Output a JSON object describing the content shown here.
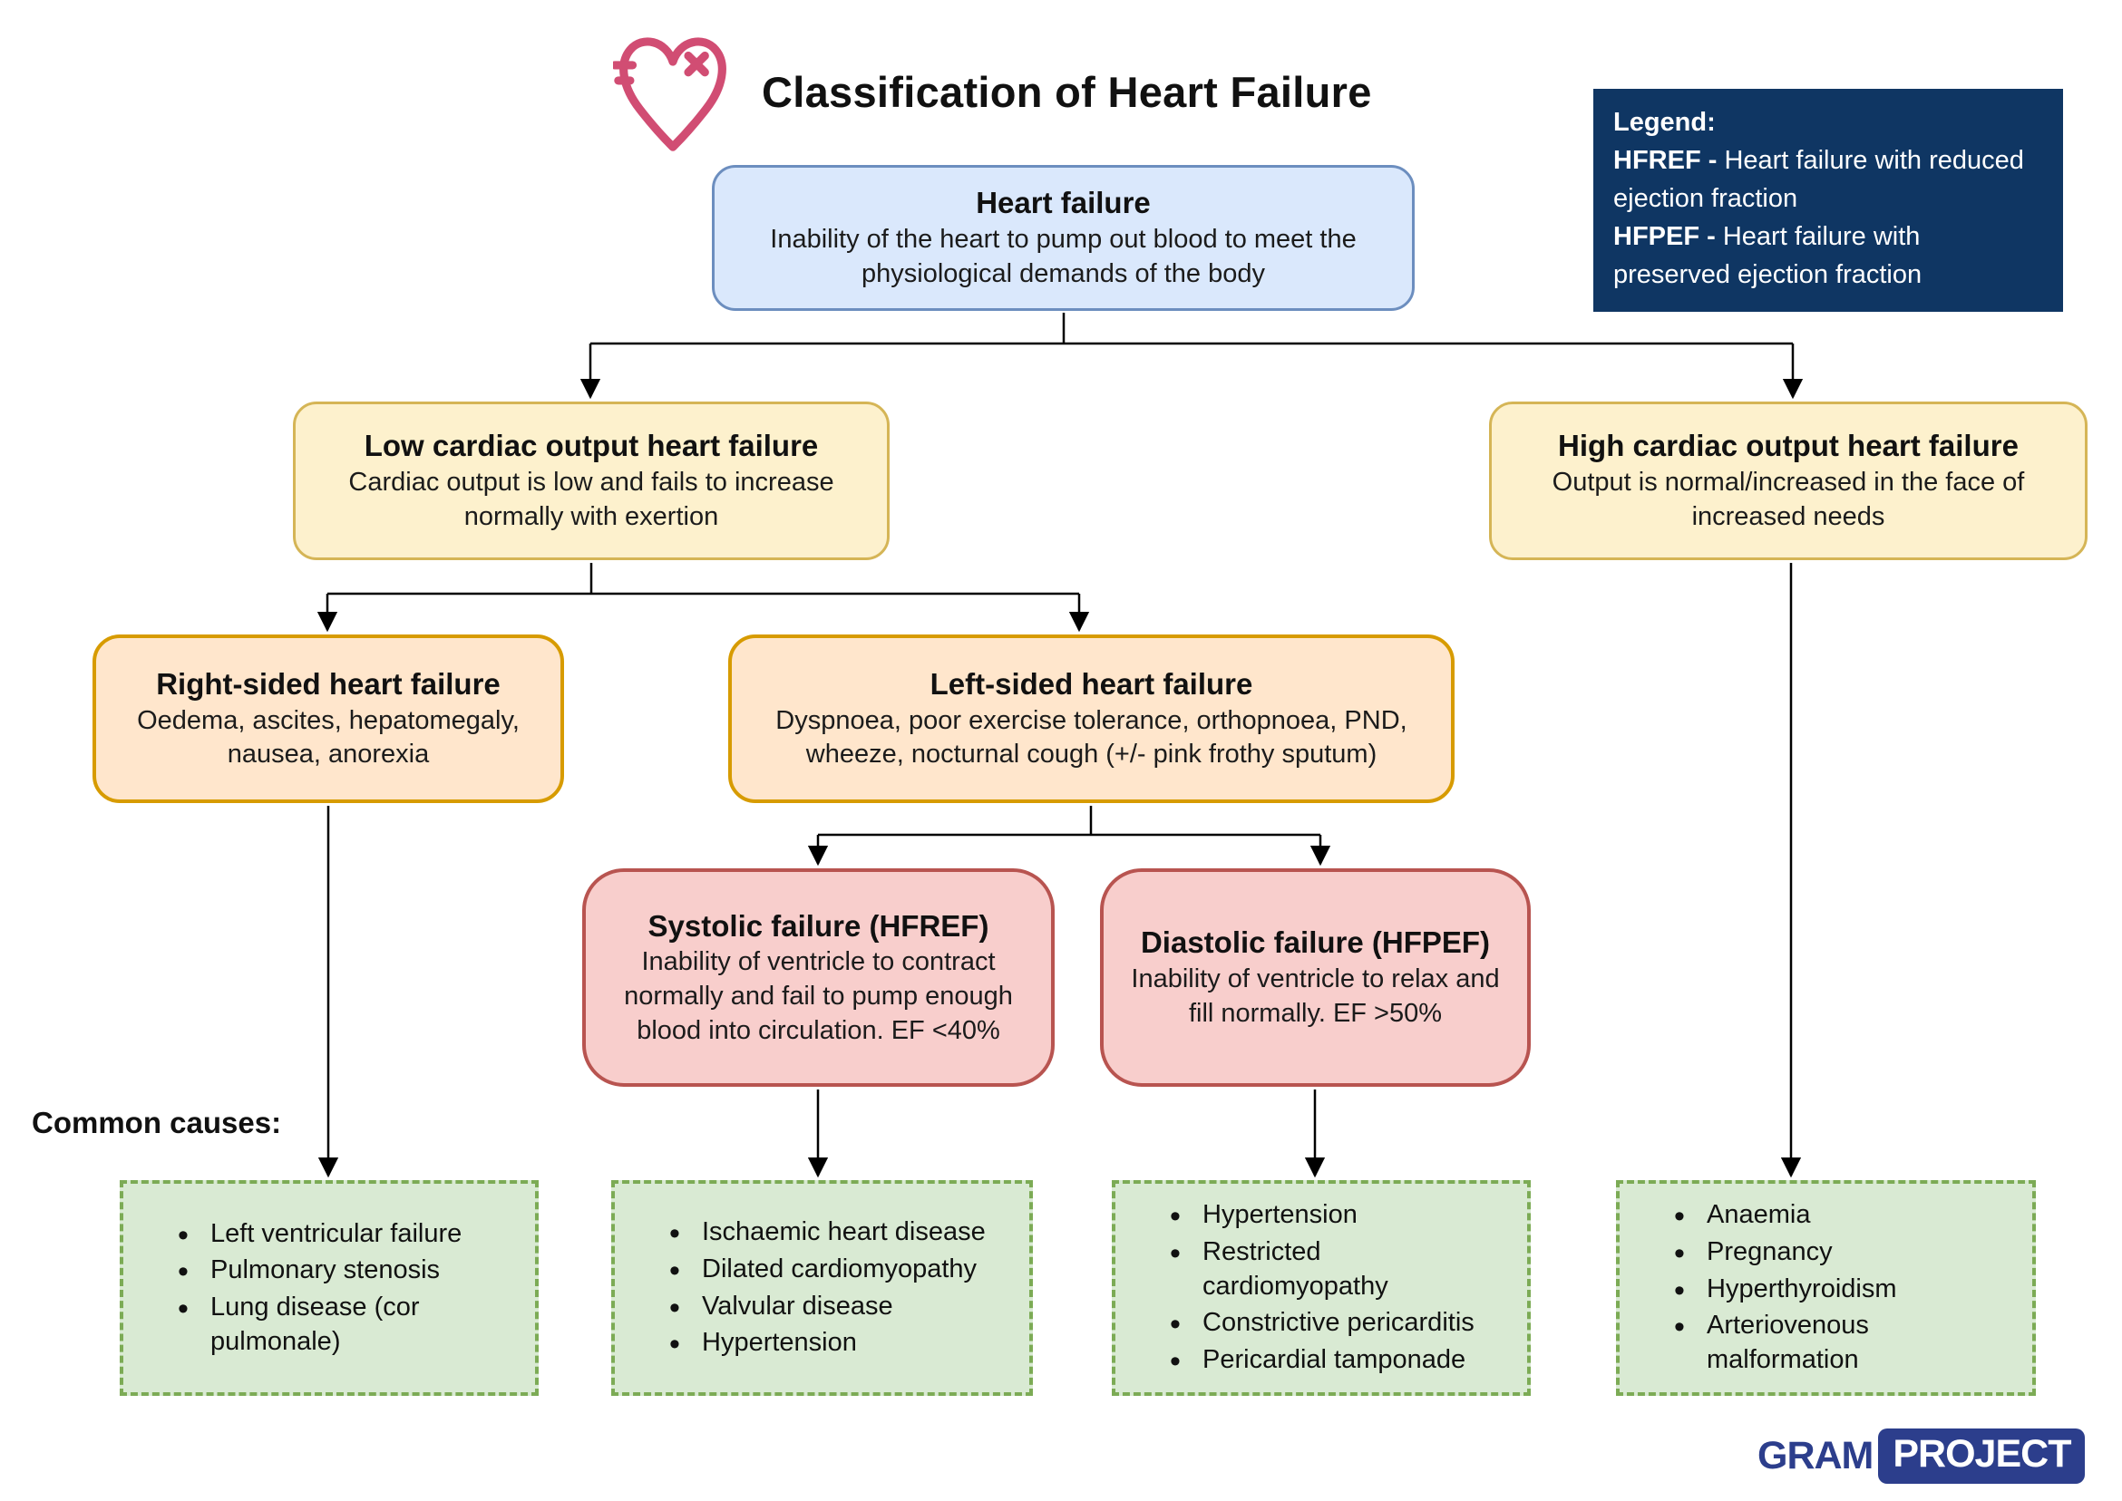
{
  "header": {
    "title": "Classification of Heart Failure"
  },
  "legend": {
    "heading": "Legend:",
    "entries": [
      {
        "term": "HFREF - ",
        "definition": "Heart failure with reduced ejection fraction"
      },
      {
        "term": "HFPEF - ",
        "definition": "Heart failure with preserved ejection fraction"
      }
    ]
  },
  "nodes": {
    "root": {
      "title": "Heart failure",
      "description": "Inability of the heart to pump out blood to meet the physiological demands of the body"
    },
    "low_output": {
      "title": "Low cardiac output heart failure",
      "description": "Cardiac output is low and fails to increase normally with exertion"
    },
    "high_output": {
      "title": "High cardiac output heart failure",
      "description": "Output is normal/increased in the face of increased needs"
    },
    "right_sided": {
      "title": "Right-sided heart failure",
      "description": "Oedema, ascites, hepatomegaly, nausea, anorexia"
    },
    "left_sided": {
      "title": "Left-sided heart failure",
      "description": "Dyspnoea, poor exercise tolerance, orthopnoea, PND, wheeze, nocturnal cough (+/- pink frothy sputum)"
    },
    "systolic": {
      "title": "Systolic failure (HFREF)",
      "description": "Inability of ventricle to contract normally and fail to pump enough blood into circulation. EF <40%"
    },
    "diastolic": {
      "title": "Diastolic failure (HFPEF)",
      "description": "Inability of ventricle to relax and fill normally. EF >50%"
    }
  },
  "common_causes_label": "Common causes:",
  "cause_boxes": [
    {
      "items": [
        "Left ventricular failure",
        "Pulmonary stenosis",
        "Lung disease (cor pulmonale)"
      ]
    },
    {
      "items": [
        "Ischaemic heart disease",
        "Dilated cardiomyopathy",
        "Valvular disease",
        "Hypertension"
      ]
    },
    {
      "items": [
        "Hypertension",
        "Restricted cardiomyopathy",
        "Constrictive pericarditis",
        "Pericardial tamponade"
      ]
    },
    {
      "items": [
        "Anaemia",
        "Pregnancy",
        "Hyperthyroidism",
        "Arteriovenous malformation"
      ]
    }
  ],
  "footer": {
    "logo_gram": "GRAM",
    "logo_project": "PROJECT"
  },
  "colors": {
    "root_fill": "#dae8fc",
    "root_stroke": "#6c8ebf",
    "output_fill": "#fdf1cd",
    "output_stroke": "#d5b556",
    "sided_fill": "#ffe6cc",
    "sided_stroke": "#d79b00",
    "failure_fill": "#f8cecc",
    "failure_stroke": "#b85450",
    "causes_fill": "#d9ead3",
    "causes_stroke": "#7cab55",
    "legend_bg": "#0f3663",
    "legend_text": "#ffffff",
    "heart_icon": "#d14d73",
    "logo_navy": "#2c3e8c",
    "connector": "#000000"
  }
}
